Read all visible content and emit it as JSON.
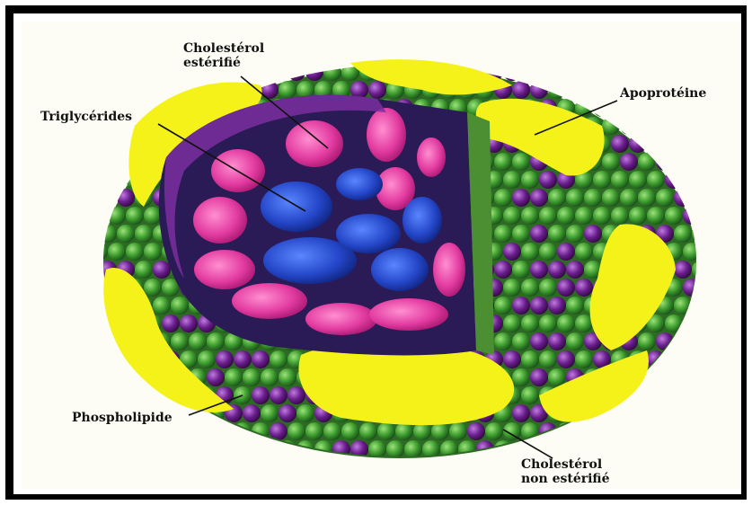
{
  "labels": {
    "cholesterol_esterified_line1": "Cholestérol",
    "cholesterol_esterified_line2": "estérifié",
    "triglycerides": "Triglycérides",
    "apoprotein": "Apoprotéine",
    "phospholipid": "Phospholipide",
    "cholesterol_free_line1": "Cholestérol",
    "cholesterol_free_line2": "non estérifié"
  },
  "colors": {
    "apoprotein_yellow": "#f5f21a",
    "phospholipid_green": "#3e9b2e",
    "phospholipid_purple": "#6a1e8c",
    "cholesterol_ester_pink": "#e23aa0",
    "triglyceride_blue": "#2446c8"
  }
}
